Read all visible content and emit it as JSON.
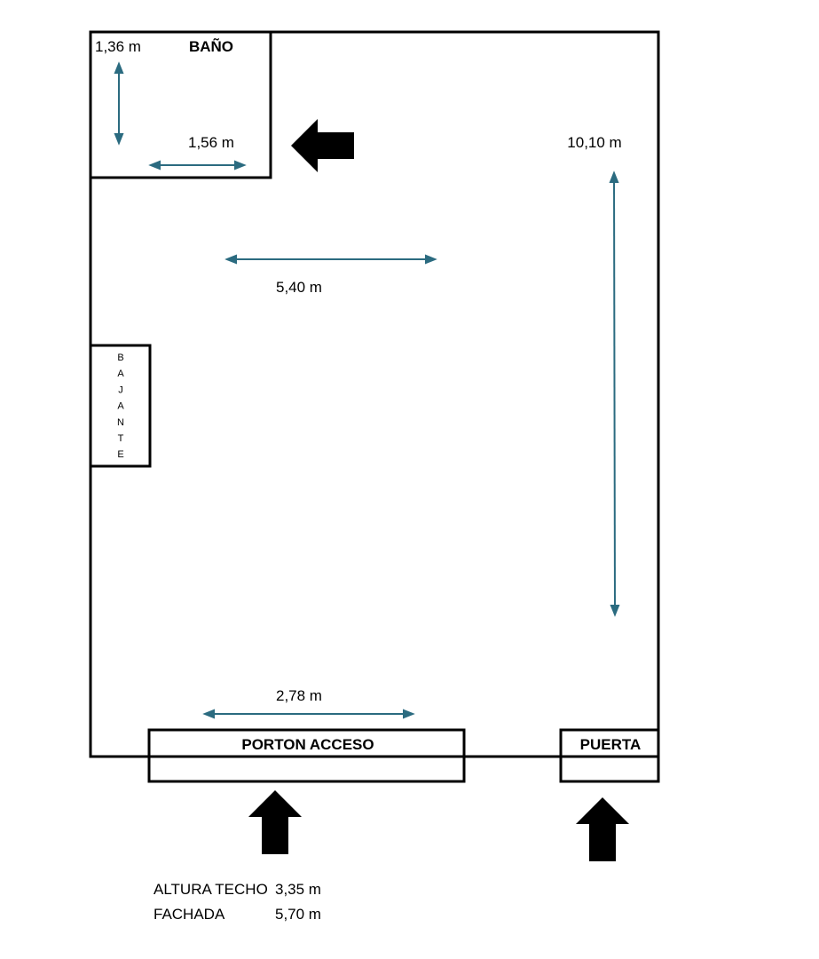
{
  "colors": {
    "outline": "#000000",
    "dimension_arrow": "#2b6b80",
    "background": "#ffffff"
  },
  "rooms": {
    "bathroom": {
      "label": "BAÑO",
      "height": "1,36 m",
      "width": "1,56 m"
    },
    "bajante": [
      "B",
      "A",
      "J",
      "A",
      "N",
      "T",
      "E"
    ],
    "porton": "PORTON ACCESO",
    "puerta": "PUERTA"
  },
  "dimensions": {
    "interior_width": "5,40 m",
    "length": "10,10 m",
    "porton_width": "2,78 m"
  },
  "icons": [
    "arrow-left-icon",
    "arrow-up-icon",
    "arrow-up-icon"
  ],
  "notes": [
    {
      "label": "ALTURA TECHO",
      "value": "3,35 m"
    },
    {
      "label": "FACHADA",
      "value": "5,70 m"
    }
  ]
}
